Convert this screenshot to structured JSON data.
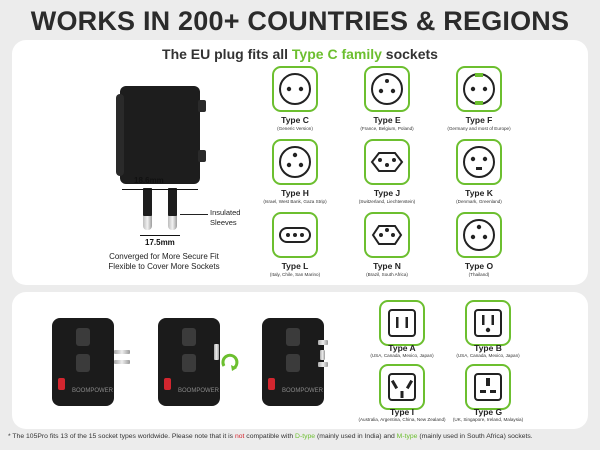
{
  "headline": "WORKS IN 200+ COUNTRIES & REGIONS",
  "eu": {
    "subhead_prefix": "The EU plug fits all ",
    "subhead_highlight": "Type C family",
    "subhead_suffix": " sockets",
    "plug_width_label": "18.6mm",
    "pin_spacing_label": "17.5mm",
    "sleeve_label_1": "Insulated",
    "sleeve_label_2": "Sleeves",
    "caption_line1": "Converged for More Secure Fit",
    "caption_line2": "Flexible to Cover More Sockets",
    "sockets": [
      {
        "name": "Type C",
        "note": "(Generic Version)",
        "shape": "C"
      },
      {
        "name": "Type E",
        "note": "(France, Belgium, Poland)",
        "shape": "E"
      },
      {
        "name": "Type F",
        "note": "(Germany and most of Europe)",
        "shape": "F"
      },
      {
        "name": "Type H",
        "note": "(Israel, West Bank, Gaza Strip)",
        "shape": "H"
      },
      {
        "name": "Type J",
        "note": "(Switzerland, Liechtenstein)",
        "shape": "J"
      },
      {
        "name": "Type K",
        "note": "(Denmark, Greenland)",
        "shape": "K"
      },
      {
        "name": "Type L",
        "note": "(Italy, Chile, San Marino)",
        "shape": "L"
      },
      {
        "name": "Type N",
        "note": "(Brazil, South Africa)",
        "shape": "N"
      },
      {
        "name": "Type O",
        "note": "(Thailand)",
        "shape": "O"
      }
    ]
  },
  "other": {
    "adapter_logo": "BOOMPOWER",
    "sockets": [
      {
        "name": "Type A",
        "note": "(USA, Canada, Mexico, Japan)",
        "shape": "A"
      },
      {
        "name": "Type B",
        "note": "(USA, Canada, Mexico, Japan)",
        "shape": "B"
      },
      {
        "name": "Type I",
        "note": "(Australia, Argentina, China, New Zealand)",
        "shape": "I"
      },
      {
        "name": "Type G",
        "note": "(UK, Singapore, Ireland, Malaysia)",
        "shape": "G"
      }
    ]
  },
  "footnote": {
    "p1": "* The 105Pro fits 13 of the 15 socket types worldwide. Please note that it is ",
    "not": "not",
    "p2": " compatible with ",
    "d": "D-type",
    "p3": " (mainly used in India) and ",
    "m": "M-type",
    "p4": " (mainly used in South Africa) sockets."
  },
  "colors": {
    "accent": "#6cbf2f",
    "warning": "#d2262f",
    "dark": "#1d1d1d"
  }
}
